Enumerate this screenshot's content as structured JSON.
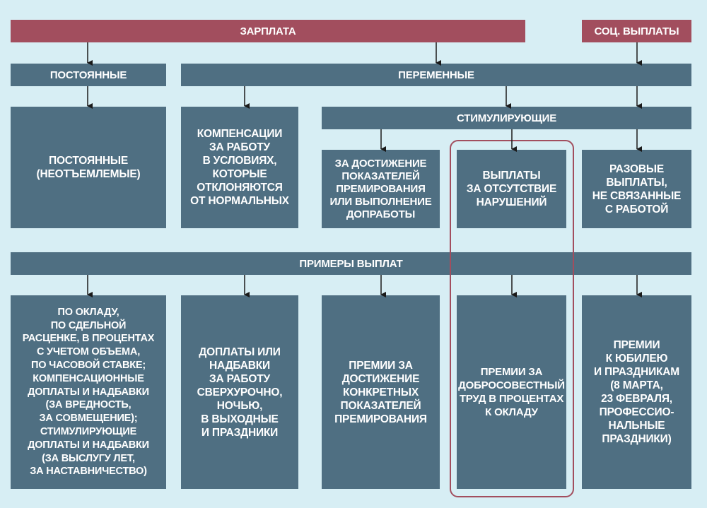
{
  "header": {
    "salary": "ЗАРПЛАТА",
    "social": "СОЦ. ВЫПЛАТЫ"
  },
  "level2": {
    "constant": "ПОСТОЯННЫЕ",
    "variable": "ПЕРЕМЕННЫЕ"
  },
  "stimulating": "СТИМУЛИРУЮЩИЕ",
  "categories": {
    "constant_permanent": "ПОСТОЯННЫЕ\n(НЕОТЪЕМЛЕМЫЕ)",
    "compensation": "КОМПЕНСАЦИИ\nЗА РАБОТУ\nВ УСЛОВИЯХ,\nКОТОРЫЕ\nОТКЛОНЯЮТСЯ\nОТ НОРМАЛЬНЫХ",
    "achievement": "ЗА ДОСТИЖЕНИЕ\nПОКАЗАТЕЛЕЙ\nПРЕМИРОВАНИЯ\nИЛИ ВЫПОЛНЕНИЕ\nДОПРАБОТЫ",
    "no_violations": "ВЫПЛАТЫ\nЗА ОТСУТСТВИЕ\nНАРУШЕНИЙ",
    "one_time": "РАЗОВЫЕ\nВЫПЛАТЫ,\nНЕ СВЯЗАННЫЕ\nС РАБОТОЙ"
  },
  "examples_title": "ПРИМЕРЫ ВЫПЛАТ",
  "examples": {
    "ex1": "ПО ОКЛАДУ,\nПО СДЕЛЬНОЙ\nРАСЦЕНКЕ, В ПРОЦЕНТАХ\nС УЧЕТОМ ОБЪЕМА,\nПО ЧАСОВОЙ СТАВКЕ;\nКОМПЕНСАЦИОННЫЕ\nДОПЛАТЫ И НАДБАВКИ\n(ЗА ВРЕДНОСТЬ,\nЗА СОВМЕЩЕНИЕ);\nСТИМУЛИРУЮЩИЕ\nДОПЛАТЫ И НАДБАВКИ\n(ЗА ВЫСЛУГУ ЛЕТ,\nЗА НАСТАВНИЧЕСТВО)",
    "ex2": "ДОПЛАТЫ ИЛИ\nНАДБАВКИ\nЗА РАБОТУ\nСВЕРХУРОЧНО,\nНОЧЬЮ,\nВ ВЫХОДНЫЕ\nИ ПРАЗДНИКИ",
    "ex3": "ПРЕМИИ ЗА\nДОСТИЖЕНИЕ\nКОНКРЕТНЫХ\nПОКАЗАТЕЛЕЙ\nПРЕМИРОВАНИЯ",
    "ex4": "ПРЕМИИ ЗА\nДОБРОСОВЕСТНЫЙ\nТРУД В ПРОЦЕНТАХ\nК ОКЛАДУ",
    "ex5": "ПРЕМИИ\nК ЮБИЛЕЮ\nИ ПРАЗДНИКАМ\n(8 МАРТА,\n23 ФЕВРАЛЯ,\nПРОФЕССИО-\nНАЛЬНЫЕ\nПРАЗДНИКИ)"
  },
  "colors": {
    "background": "#d7eef4",
    "header": "#a24e5e",
    "box": "#4f6f82",
    "highlight": "#a24e5e",
    "arrow": "#1a1a1a"
  }
}
